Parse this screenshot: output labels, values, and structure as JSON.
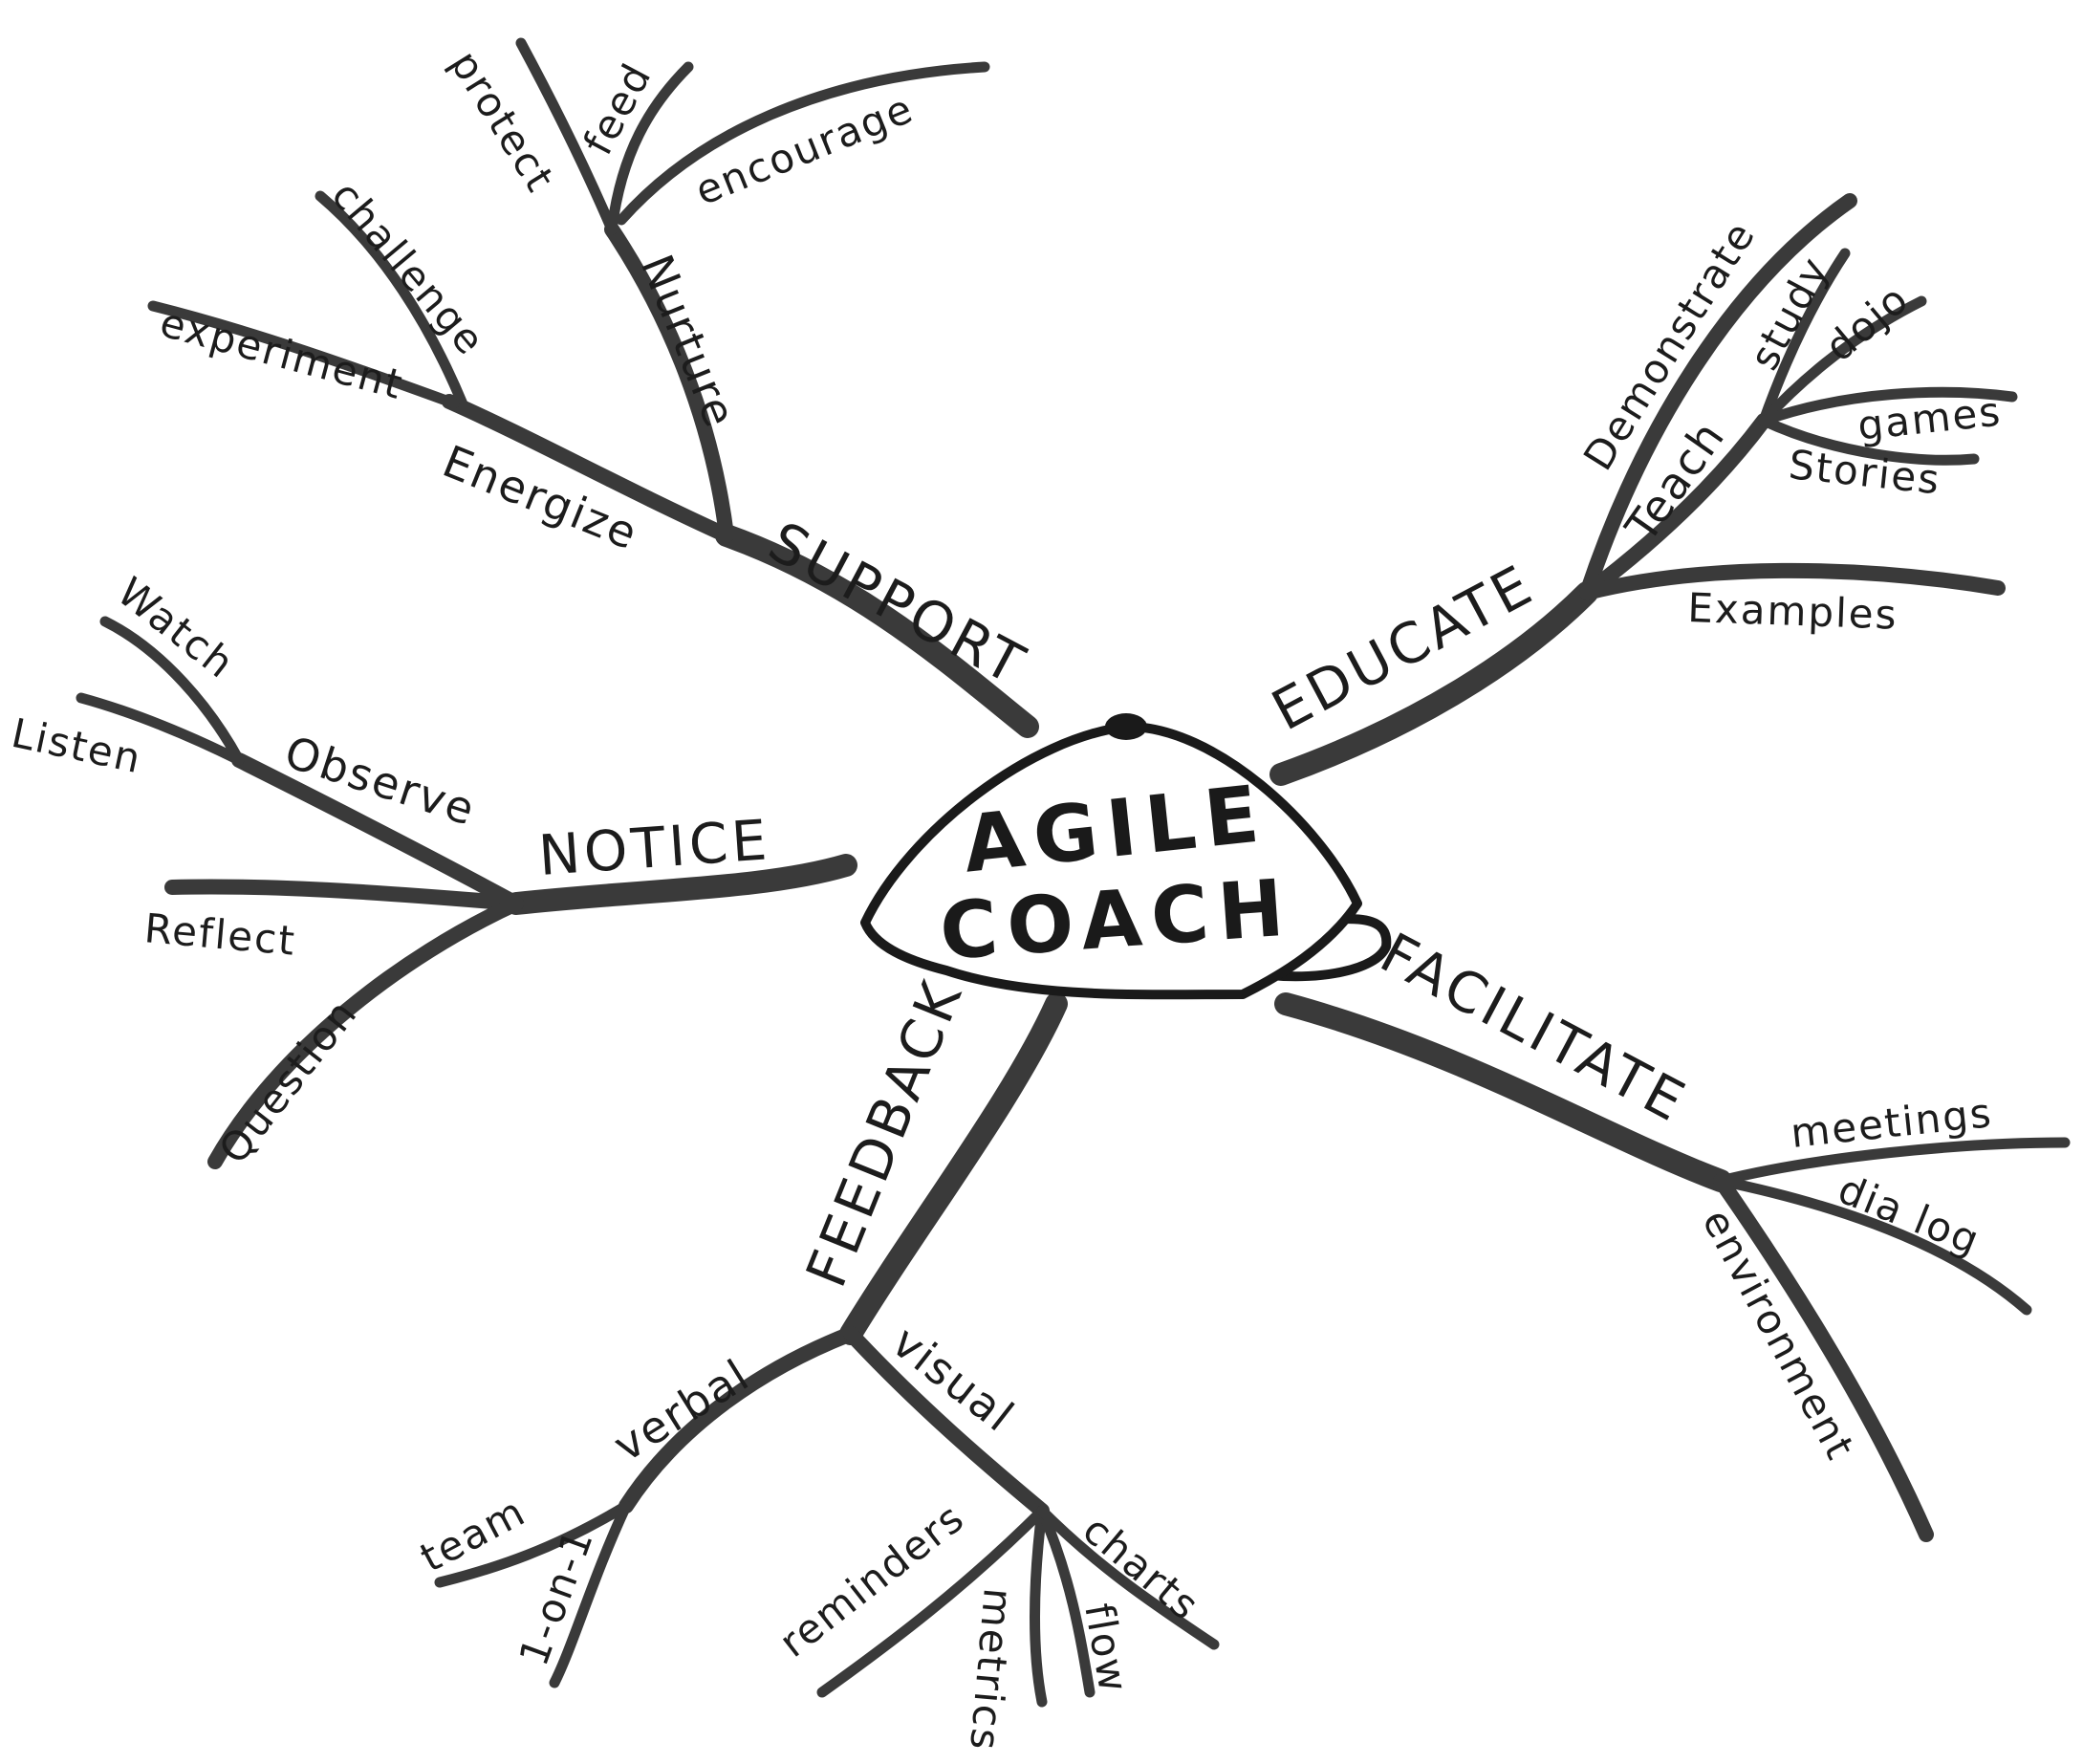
{
  "center": {
    "line1": "AGILE",
    "line2": "COACH"
  },
  "branches": {
    "support": {
      "label": "SUPPORT",
      "nurture": {
        "label": "Nurture",
        "protect": "protect",
        "feed": "feed",
        "encourage": "encourage"
      },
      "energize": {
        "label": "Energize",
        "challenge": "challenge",
        "experiment": "experiment"
      }
    },
    "educate": {
      "label": "EDUCATE",
      "demonstrate": "Demonstrate",
      "teach": {
        "label": "Teach",
        "study": "study",
        "dojo": "dojo",
        "games": "games",
        "stories": "Stories"
      },
      "examples": "Examples"
    },
    "notice": {
      "label": "NOTICE",
      "observe": {
        "label": "Observe",
        "watch": "Watch",
        "listen": "Listen"
      },
      "reflect": "Reflect",
      "question": "Question"
    },
    "facilitate": {
      "label": "FACILITATE",
      "meetings": "meetings",
      "dialog": "dia log",
      "environment": "environment"
    },
    "feedback": {
      "label": "FEEDBACK",
      "verbal": {
        "label": "verbal",
        "team": "team",
        "one_on_one": "1-on-1"
      },
      "visual": {
        "label": "visual",
        "reminders": "reminders",
        "metrics": "metrics",
        "flow": "flow",
        "charts": "charts"
      }
    }
  }
}
